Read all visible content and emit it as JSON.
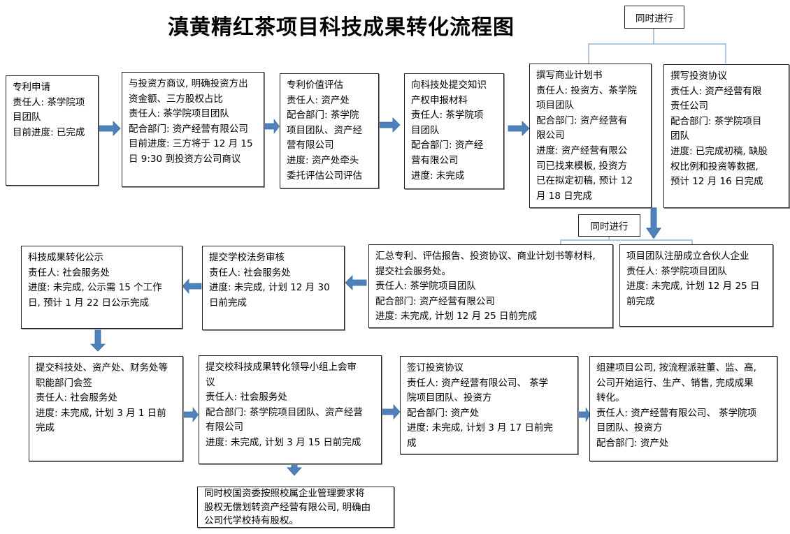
{
  "title": "滇黄精红茶项目科技成果转化流程图",
  "concurrent_top": "同时进行",
  "concurrent_mid": "同时进行",
  "boxes": {
    "patent_application": [
      "专利申请",
      "责任人: 茶学院项",
      "目团队",
      "目前进度: 已完成"
    ],
    "investor_negotiation": [
      "与投资方商议, 明确投资方出",
      "资金额、三方股权占比",
      "责任人:  茶学院项目团队",
      "配合部门: 资产经营有限公司",
      "目前进度: 三方将于 12 月 15",
      "日 9:30 到投资方公司商议"
    ],
    "patent_valuation": [
      "专利价值评估",
      "责任人:  资产处",
      "配合部门:  茶学院",
      "项目团队、资产经",
      "营有限公司",
      "进度:  资产处牵头",
      "委托评估公司评估"
    ],
    "ip_submission": [
      "向科技处提交知识",
      "产权申报材料",
      "责任人:  茶学院项",
      "目团队",
      "配合部门:  资产经",
      "营有限公司",
      "进度:  未完成"
    ],
    "business_plan": [
      "撰写商业计划书",
      "责任人: 投资方、茶学院",
      "项目团队",
      "配合部门:  资产经营有",
      "限公司",
      "进度:  资产经营有限公",
      "司已找来模板,  投资方",
      "已在拟定初稿,  预计 12",
      "月 18 日完成"
    ],
    "investment_agreement_draft": [
      "撰写投资协议",
      "责任人:  资产经营有限",
      "责任公司",
      "配合部门:  茶学院项目",
      "团队",
      "进度: 已完成初稿, 缺股",
      "权比例和投资等数据,",
      "预计 12 月 16 日完成"
    ],
    "compile_materials": [
      "汇总专利、评估报告、投资协议、商业计划书等材料,",
      "提交社会服务处。",
      "责任人:  茶学院项目团队",
      "配合部门:  资产经营有限公司",
      "进度:  未完成,  计划 12 月 25 日前完成"
    ],
    "register_partnership": [
      "项目团队注册成立合伙人企业",
      "责任人:  茶学院项目团队",
      "进度: 未完成, 计划 12 月 25 日",
      "前完成"
    ],
    "legal_review": [
      "提交学校法务审核",
      "责任人:  社会服务处",
      "进度: 未完成, 计划 12 月 30",
      "日前完成"
    ],
    "public_notice": [
      "科技成果转化公示",
      "责任人:  社会服务处",
      "进度: 未完成,  公示需 15 个工作",
      "日,  预计 1 月 22 日公示完成"
    ],
    "department_signoff": [
      "提交科技处、资产处、财务处等",
      "职能部门会签",
      "责任人:  社会服务处",
      "进度: 未完成, 计划 3 月 1 日前",
      "完成"
    ],
    "leadership_meeting": [
      "提交校科技成果转化领导小组上会审",
      "议",
      "责任人:  社会服务处",
      "配合部门: 茶学院项目团队、资产经营",
      "有限公司",
      "进度:  未完成,  计划 3 月 15 日前完成"
    ],
    "sign_agreement": [
      "签订投资协议",
      "责任人:  资产经营有限公司、  茶学",
      "院项目团队、投资方",
      "配合部门:  资产处",
      "进度:  未完成,  计划 3 月 17 日前完",
      "成"
    ],
    "establish_company": [
      "组建项目公司, 按流程派驻董、监、高,",
      "公司开始运行、生产、销售,  完成成果",
      "转化。",
      "责任人: 资产经营有限公司、  茶学院项",
      "目团队、投资方",
      "配合部门:  资产处"
    ],
    "equity_transfer": [
      "同时校国资委按照校属企业管理要求将",
      "股权无偿划转资产经营有限公司,  明确由",
      "公司代学校持有股权。"
    ]
  },
  "colors": {
    "arrow": "#4f81bd",
    "connector": "#95b3d7",
    "border": "#222222"
  }
}
